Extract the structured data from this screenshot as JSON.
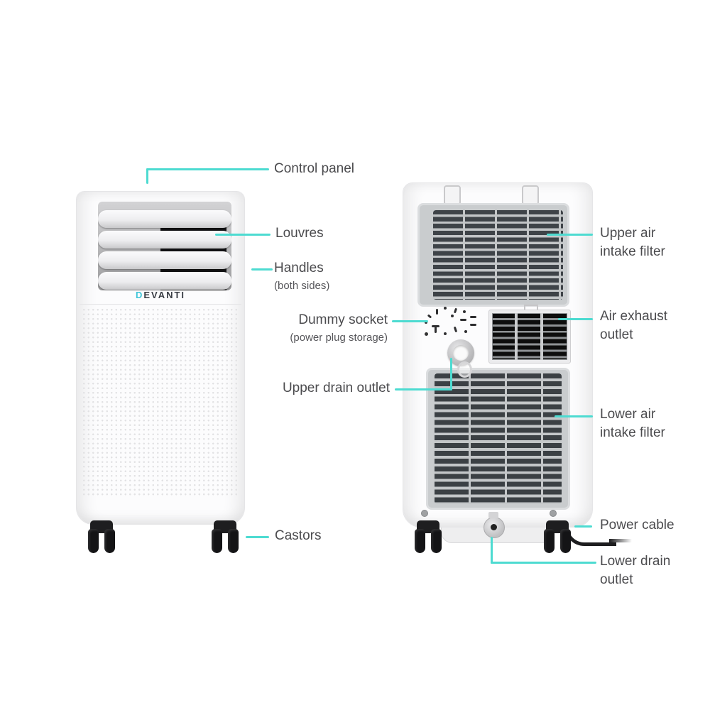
{
  "colors": {
    "accent": "#4DDBD1",
    "label_text": "#4B4B4E",
    "sub_text": "#56565A",
    "brand_d": "#3FC6D8",
    "brand_rest": "#3A3E45"
  },
  "brand": {
    "first_letter": "D",
    "rest": "EVANTI"
  },
  "callouts": {
    "left": [
      {
        "id": "control-panel",
        "text": "Control panel"
      },
      {
        "id": "louvres",
        "text": "Louvres"
      },
      {
        "id": "handles",
        "text": "Handles",
        "subtext": "(both sides)"
      },
      {
        "id": "dummy-socket",
        "text": "Dummy socket",
        "subtext": "(power plug storage)"
      },
      {
        "id": "upper-drain-outlet",
        "text": "Upper drain outlet"
      },
      {
        "id": "castors",
        "text": "Castors"
      }
    ],
    "right": [
      {
        "id": "upper-air-intake-filter",
        "text": "Upper air\nintake filter"
      },
      {
        "id": "air-exhaust-outlet",
        "text": "Air exhaust\noutlet"
      },
      {
        "id": "lower-air-intake-filter",
        "text": "Lower air\nintake filter"
      },
      {
        "id": "power-cable",
        "text": "Power cable"
      },
      {
        "id": "lower-drain-outlet",
        "text": "Lower drain\noutlet"
      }
    ]
  }
}
